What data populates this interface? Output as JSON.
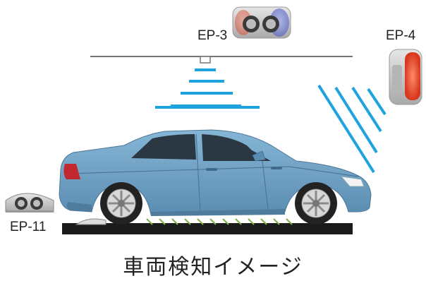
{
  "labels": {
    "ep3": "EP-3",
    "ep4": "EP-4",
    "ep11": "EP-11"
  },
  "caption": "車両検知イメージ",
  "colors": {
    "car_body": "#6d9fc2",
    "beam": "#1fa3de",
    "sensor_body": "#c9c9c9",
    "sensor_red": "#e2573b",
    "sensor_blue": "#5566cc",
    "ground_sensor_beam": "#7db04a",
    "floor": "#1a1a1a",
    "ceiling": "#777777"
  }
}
